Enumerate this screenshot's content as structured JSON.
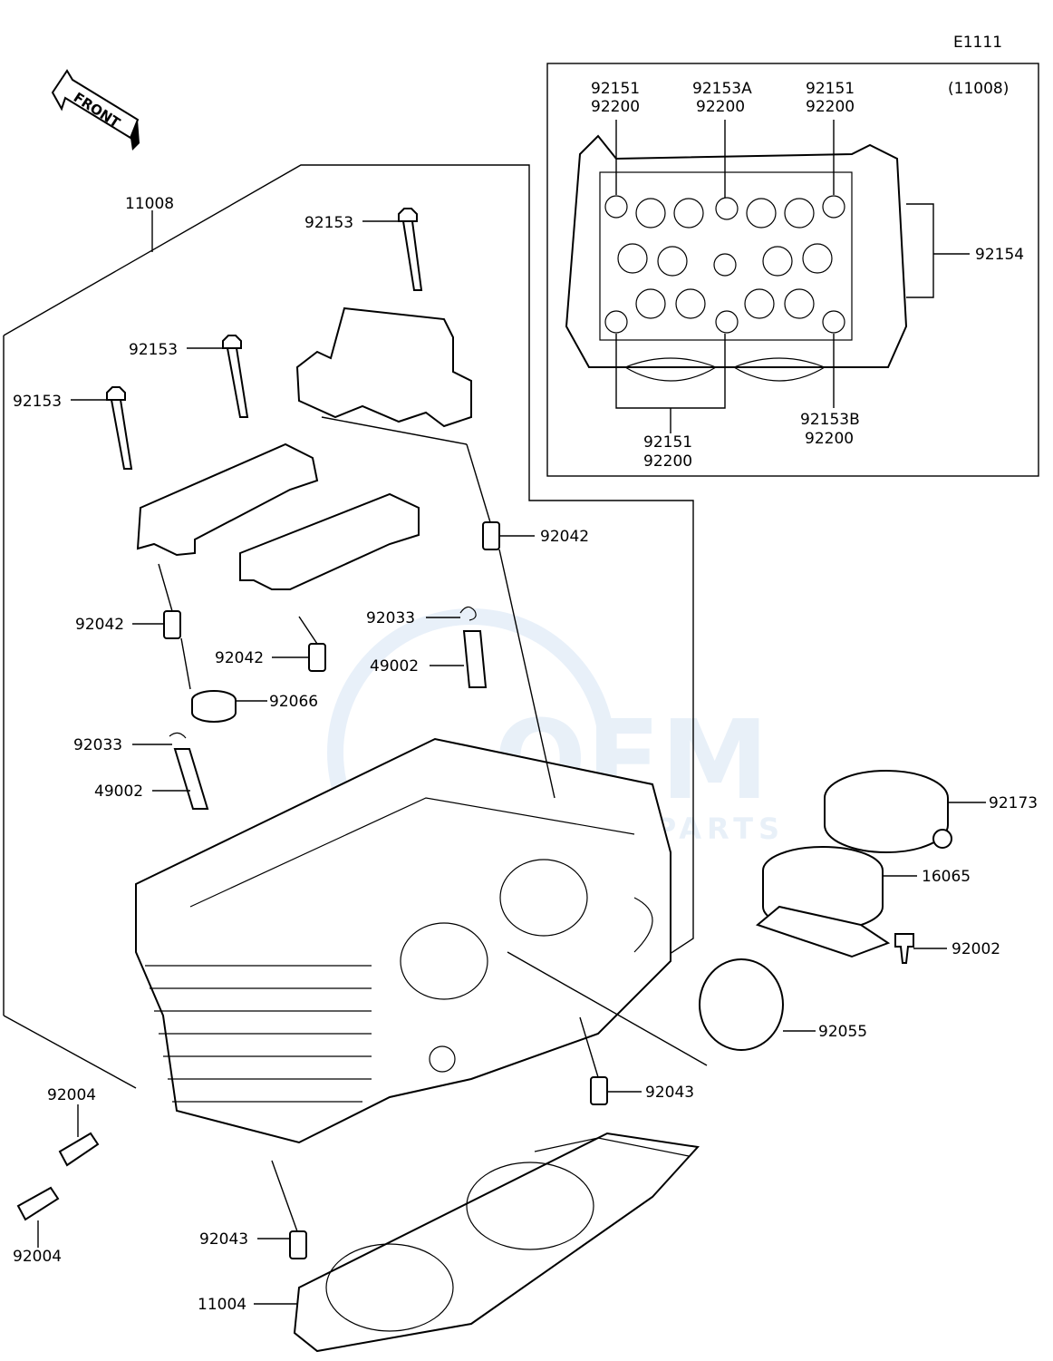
{
  "diagram_code": "E1111",
  "inset_note": "(11008)",
  "brand_colors": {
    "line": "#000000",
    "background": "#ffffff",
    "watermark": "#d6e4f4"
  },
  "watermark": {
    "big": "OEM",
    "small": "MOTORPARTS"
  },
  "front_badge": "FRONT",
  "parts": {
    "p11008": "11008",
    "p92153_a": "92153",
    "p92153_b": "92153",
    "p92153_c": "92153",
    "p92042_a": "92042",
    "p92042_b": "92042",
    "p92042_c": "92042",
    "p92033_a": "92033",
    "p92033_b": "92033",
    "p49002_a": "49002",
    "p49002_b": "49002",
    "p92066": "92066",
    "p92173": "92173",
    "p16065": "16065",
    "p92002": "92002",
    "p92055": "92055",
    "p92043_a": "92043",
    "p92043_b": "92043",
    "p92004_a": "92004",
    "p92004_b": "92004",
    "p11004": "11004"
  },
  "inset": {
    "top_left": [
      "92151",
      "92200"
    ],
    "top_mid": [
      "92153A",
      "92200"
    ],
    "top_right": [
      "92151",
      "92200"
    ],
    "side": "92154",
    "bottom_left": [
      "92151",
      "92200"
    ],
    "bottom_right": [
      "92153B",
      "92200"
    ]
  }
}
